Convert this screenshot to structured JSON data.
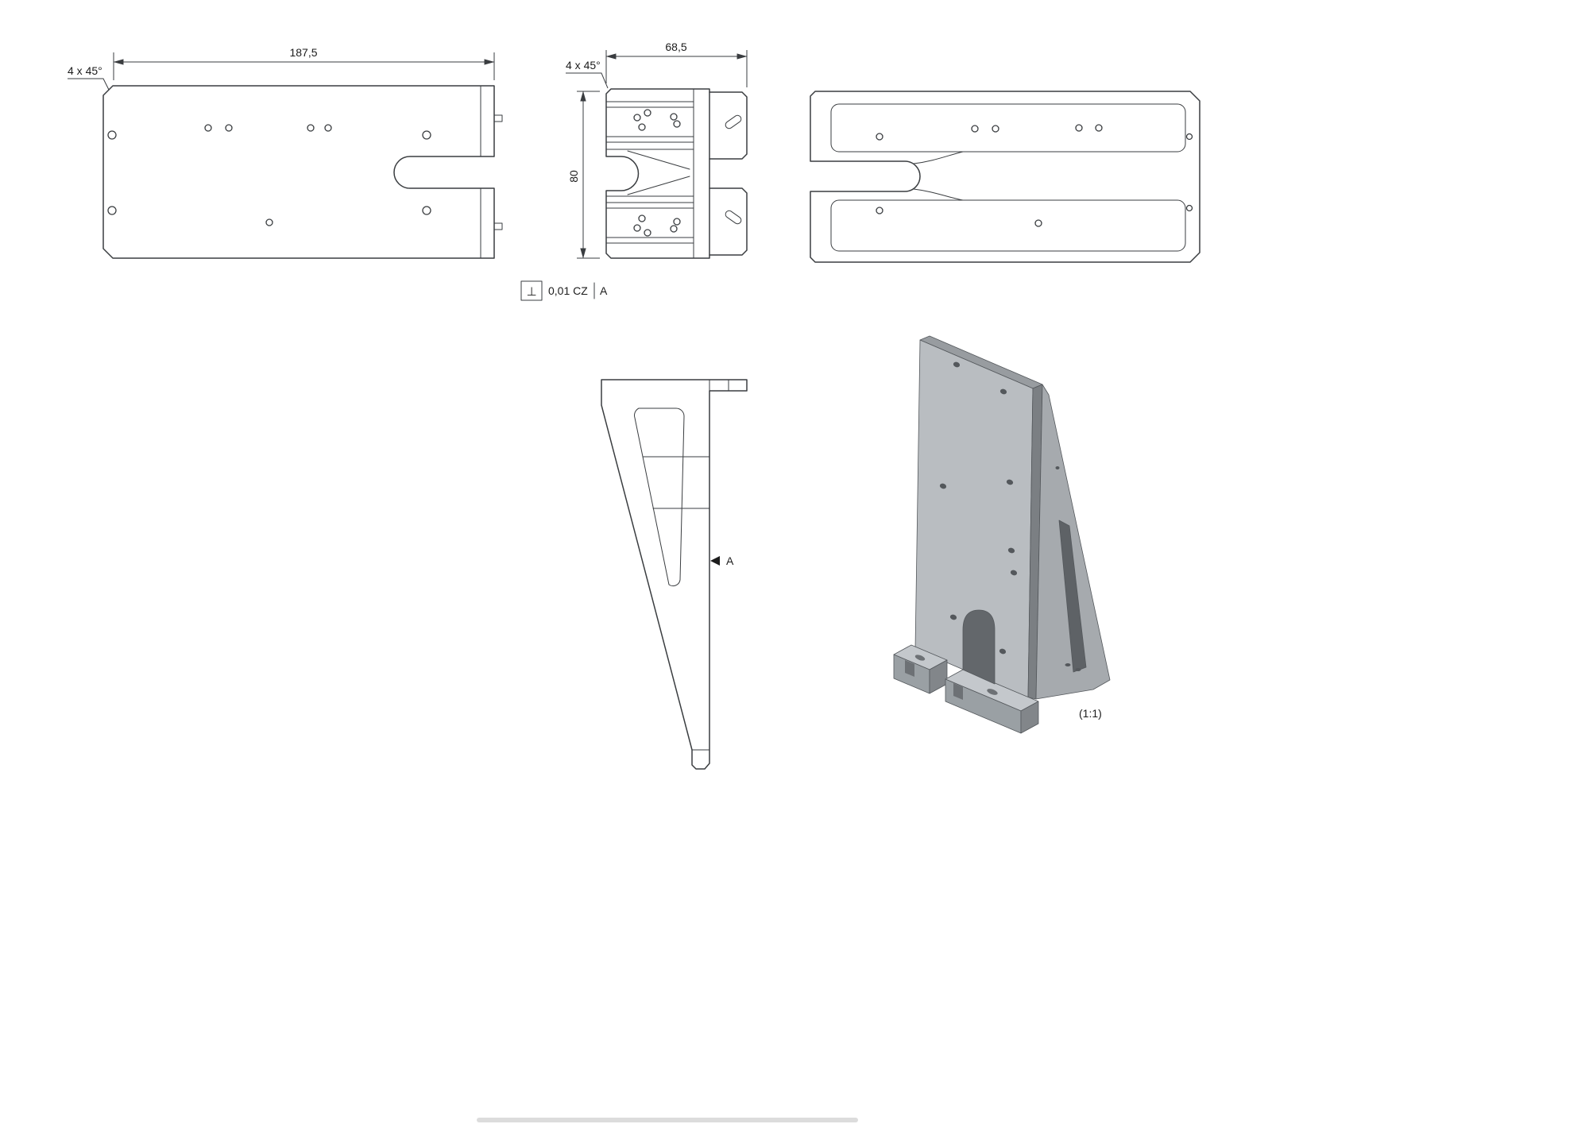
{
  "views": {
    "top_view": {
      "dim_length": "187,5",
      "chamfer_note": "4 x 45°"
    },
    "front_view": {
      "dim_width": "68,5",
      "dim_height": "80",
      "chamfer_note": "4 x 45°"
    },
    "side_view": {
      "datum_label": "A"
    },
    "isometric_view": {
      "scale_label": "(1:1)"
    }
  },
  "fcf": {
    "symbol": "⊥",
    "symbol_name": "perpendicularity-symbol",
    "tolerance": "0,01 CZ",
    "datum": "A"
  },
  "colors": {
    "line": "#3a3d40",
    "iso_face_light": "#b9bdc1",
    "iso_face_mid": "#a6aaae",
    "iso_face_dark": "#7b7f83",
    "iso_hole": "#54585c",
    "scrollbar": "#dcdcdc"
  }
}
